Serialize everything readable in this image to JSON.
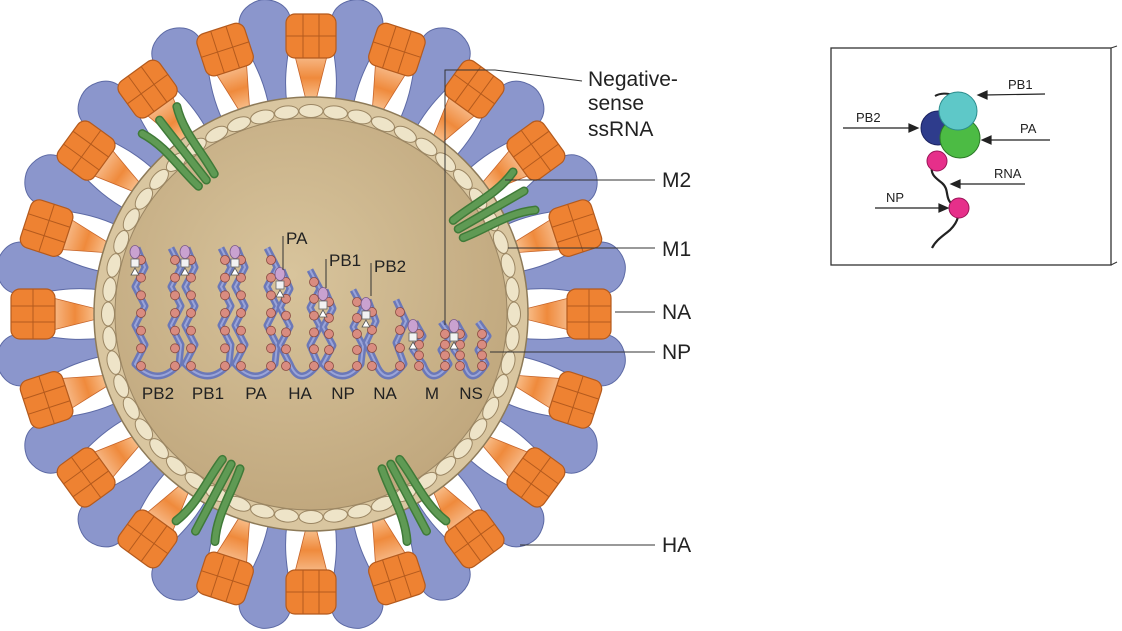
{
  "virion": {
    "labels": {
      "negative_sense_1": "Negative-",
      "negative_sense_2": "sense",
      "negative_sense_3": "ssRNA",
      "m2": "M2",
      "m1": "M1",
      "na": "NA",
      "np": "NP",
      "ha": "HA"
    },
    "polymerase_labels": [
      "PA",
      "PB1",
      "PB2"
    ],
    "segments": [
      "PB2",
      "PB1",
      "PA",
      "HA",
      "NP",
      "NA",
      "M",
      "NS"
    ]
  },
  "rnp_inset": {
    "labels": {
      "pb1": "PB1",
      "pb2": "PB2",
      "pa": "PA",
      "rna": "RNA",
      "np": "NP"
    }
  },
  "colors": {
    "ha_spike": "#8b96cc",
    "na_spike": "#ee8232",
    "envelope": "#d9c7a2",
    "interior": "#c9b184",
    "m1_bead": "#eee4c8",
    "m2_channel": "#5f9a54",
    "rna_ribbon": "#6b78b8",
    "np_bead": "#d98c80",
    "pb1": "#5ec8c8",
    "pb2": "#2e3c8c",
    "pa": "#4cbb44",
    "np_inset": "#e62f8a"
  }
}
